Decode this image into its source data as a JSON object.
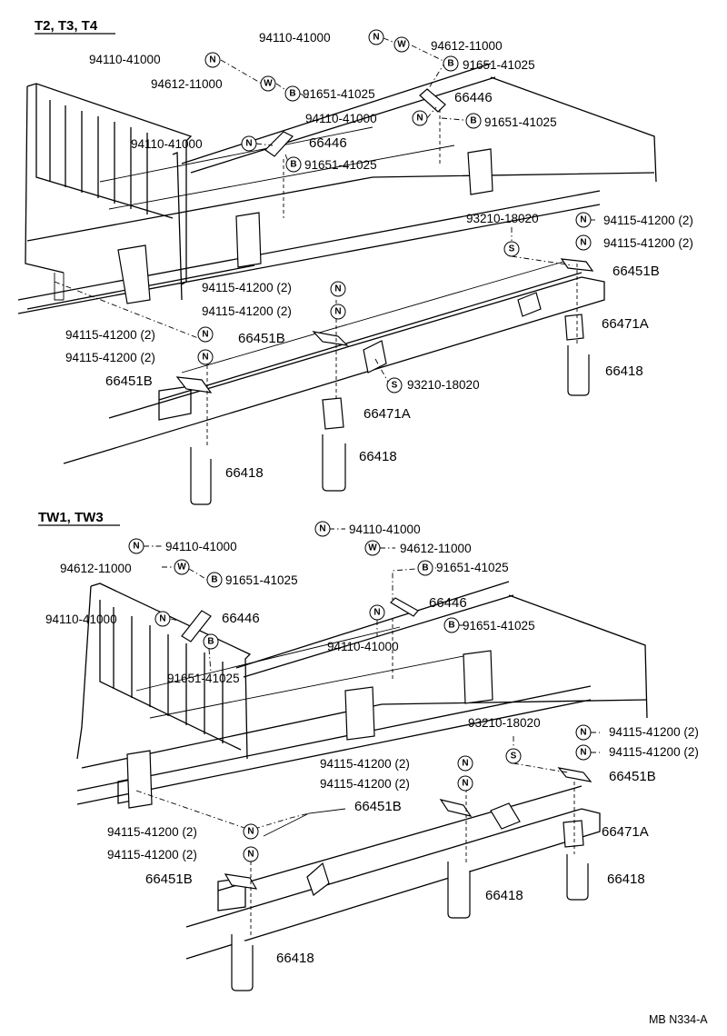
{
  "sections": {
    "top": "T2, T3, T4",
    "bottom": "TW1, TW3"
  },
  "reference_code": "MB N334-A",
  "badges": {
    "nut": "N",
    "washer": "W",
    "bolt": "B",
    "spacer": "S"
  },
  "parts": {
    "nut": "94110-41000",
    "washer": "94612-11000",
    "bolt": "91651-41025",
    "bracket": "66446",
    "spacer": "93210-18020",
    "nut_qty": "94115-41200 (2)",
    "plate": "66451B",
    "clamp": "66471A",
    "u_bolt": "66418"
  }
}
